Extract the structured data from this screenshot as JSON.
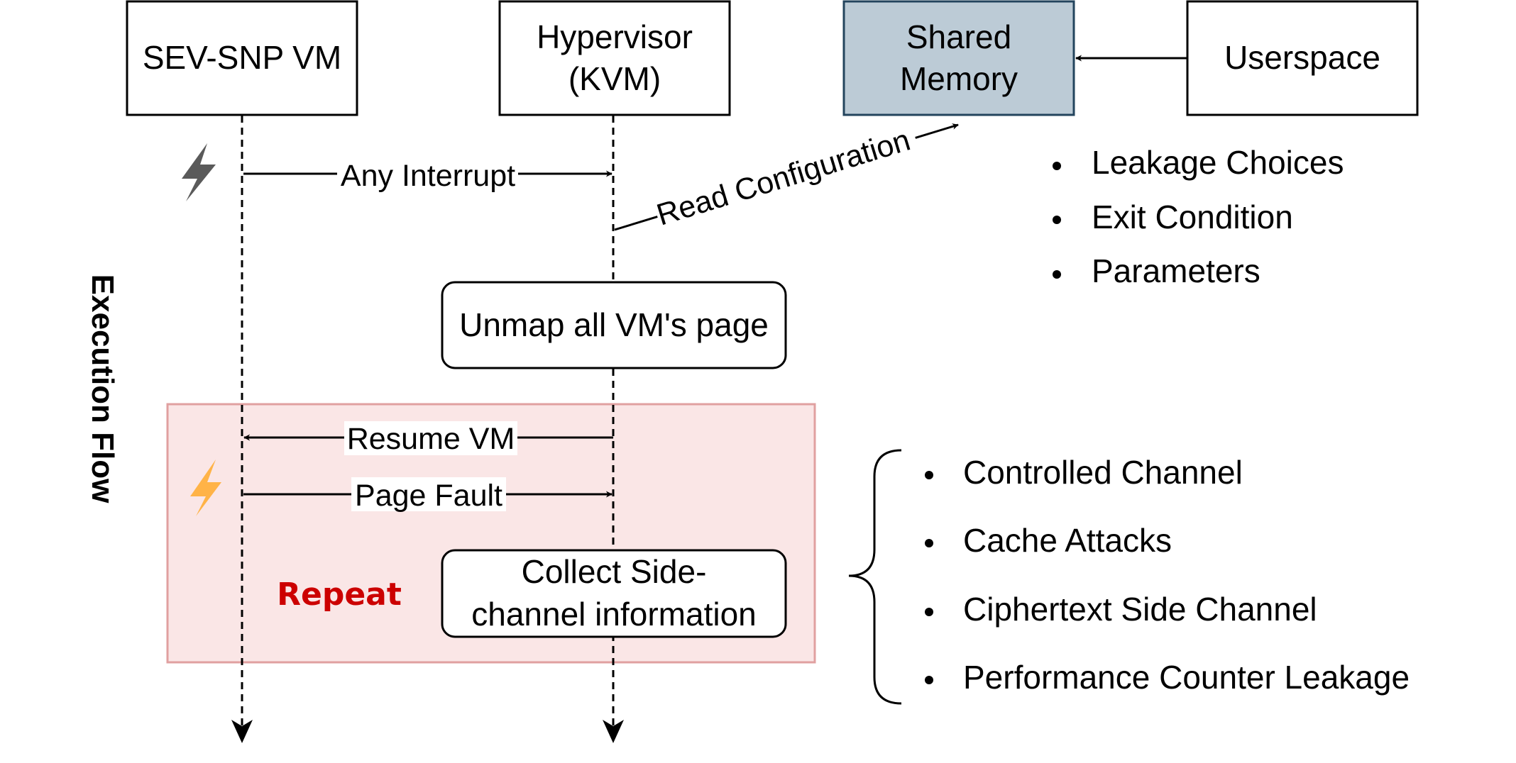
{
  "actors": {
    "vm": "SEV-SNP VM",
    "hypervisor_line1": "Hypervisor",
    "hypervisor_line2": "(KVM)",
    "shared_memory_line1": "Shared",
    "shared_memory_line2": "Memory",
    "userspace": "Userspace"
  },
  "messages": {
    "any_interrupt": "Any Interrupt",
    "read_configuration": "Read Configuration",
    "resume_vm": "Resume VM",
    "page_fault": "Page Fault"
  },
  "steps": {
    "unmap": "Unmap all VM's page",
    "collect_line1": "Collect Side-",
    "collect_line2": "channel information"
  },
  "side_label": "Execution Flow",
  "repeat_label": "Repeat",
  "config_items": [
    "Leakage Choices",
    "Exit Condition",
    "Parameters"
  ],
  "channel_items": [
    "Controlled Channel",
    "Cache Attacks",
    "Ciphertext Side Channel",
    "Performance Counter Leakage"
  ],
  "colors": {
    "shared_memory_fill": "#bccbd6",
    "shared_memory_stroke": "#23445d",
    "repeat_fill": "#fae6e6",
    "repeat_stroke": "#e0a0a0",
    "repeat_text": "#cc0000",
    "bolt_gray": "#5a5a5a",
    "bolt_orange": "#ffb347"
  },
  "icons": [
    "lightning-bolt-icon",
    "lightning-bolt-icon"
  ]
}
